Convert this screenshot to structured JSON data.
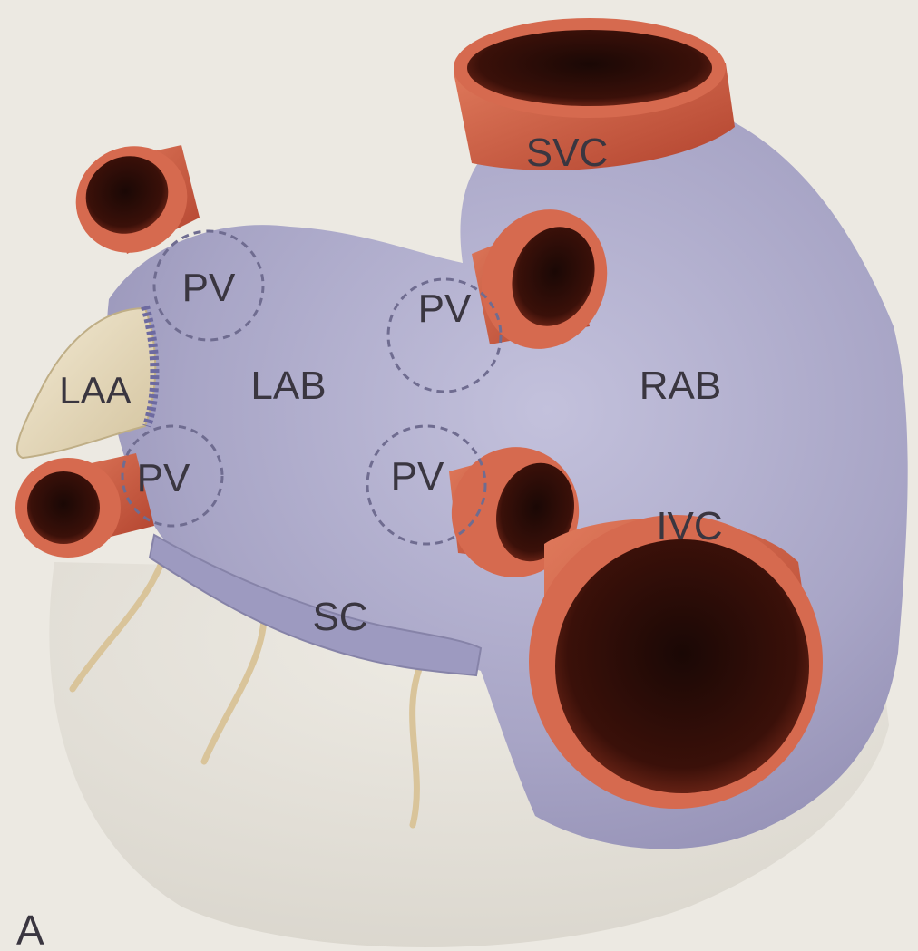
{
  "figure": {
    "panel_letter": "A",
    "labels": {
      "svc": "SVC",
      "ivc": "IVC",
      "rab": "RAB",
      "lab": "LAB",
      "laa": "LAA",
      "sc": "SC",
      "pv_upper_left": "PV",
      "pv_lower_left": "PV",
      "pv_upper_right": "PV",
      "pv_lower_right": "PV"
    },
    "colors": {
      "background": "#ece9e2",
      "atrial_body": "#a9a6c7",
      "vessel_wall": "#c9543e",
      "vessel_lumen": "#6e1f14",
      "appendage": "#e8dcc0",
      "label_text": "#3a3640"
    }
  }
}
